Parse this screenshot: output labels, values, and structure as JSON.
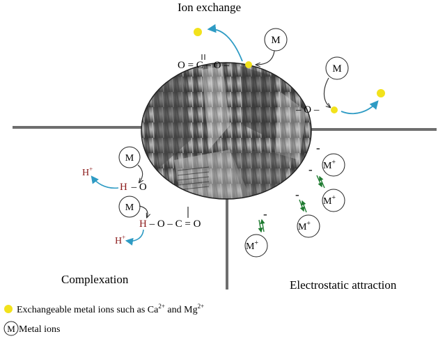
{
  "titles": {
    "ion_exchange": "Ion exchange",
    "complexation": "Complexation",
    "electrostatic": "Electrostatic attraction"
  },
  "ion_exchange": {
    "carboxyl_chain": "O = C – O –",
    "oxygen_chain": "– O –"
  },
  "complexation": {
    "hydroxyl": "H – O",
    "carboxyl": "H – O – C = O",
    "proton_label": "H",
    "proton_charge": "+"
  },
  "symbols": {
    "metal": "M",
    "metal_ion": "M",
    "ion_charge": "+",
    "negative": "-"
  },
  "legend": {
    "exchangeable_text": "Exchangeable metal ions such as Ca",
    "ca_charge": "2+",
    "and": " and Mg",
    "mg_charge": "2+",
    "metal_ions_text": "Metal ions"
  },
  "colors": {
    "yellow_ion": "#f2e21c",
    "blue_arrow": "#2e9bc4",
    "green_arrow": "#1d7a2f",
    "red_h": "#8b1a1a",
    "axis_gray": "#6e6e6e"
  }
}
